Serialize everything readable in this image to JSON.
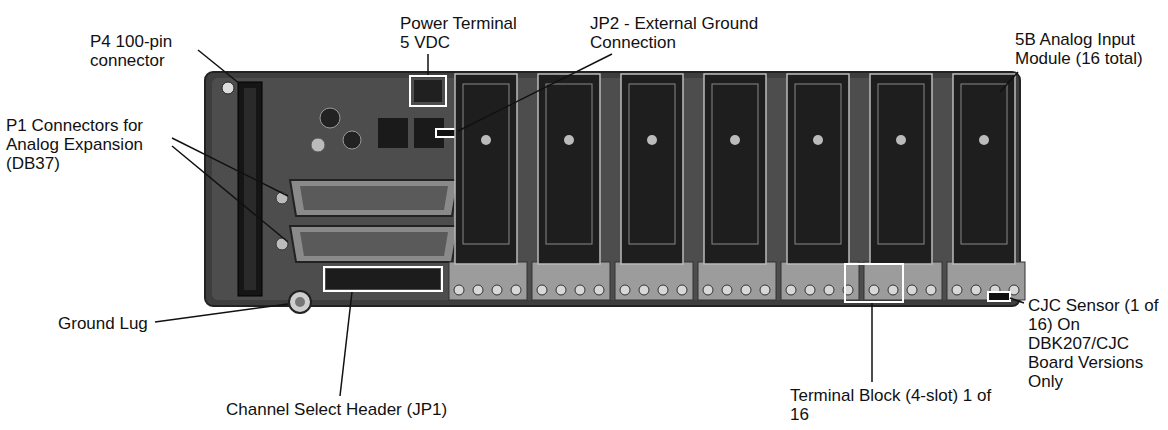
{
  "diagram": {
    "labels": [
      "Power Terminal 5 VDC",
      "JP2 - External Ground Connection",
      "5B Analog Input Module (16 total)",
      "P4 100-pin connector",
      "P1 Connectors for Analog Expansion (DB37)",
      "CJC Sensor (1 of 16) On DBK207/CJC Board Versions Only",
      "Ground Lug",
      "Channel Select Header (JP1)",
      "Terminal Block (4-slot) 1 of 16"
    ]
  }
}
